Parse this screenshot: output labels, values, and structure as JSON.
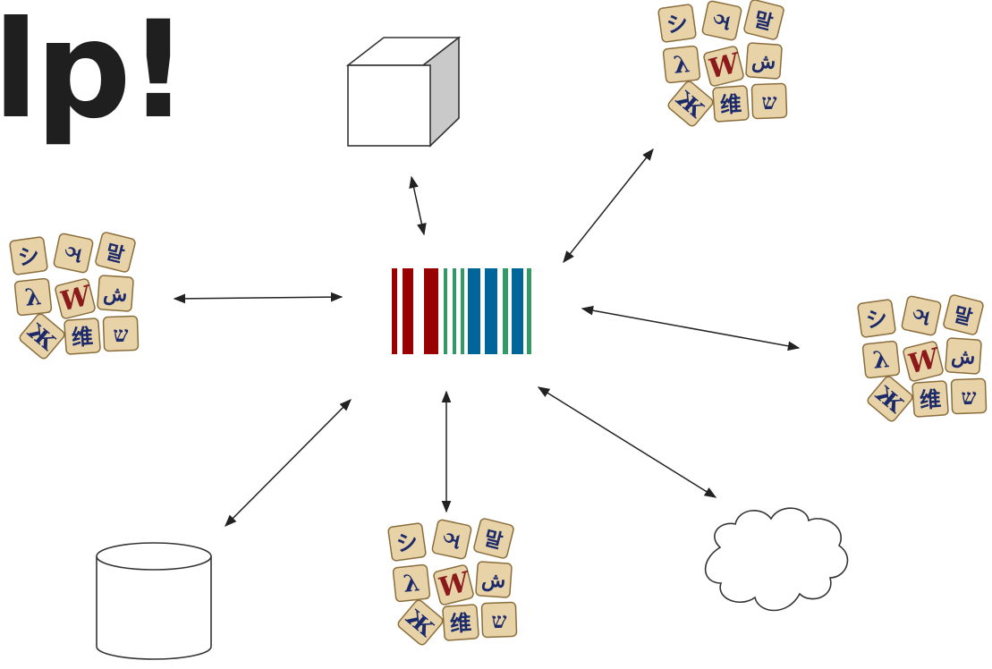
{
  "slide": {
    "title_fragment": "lp!"
  },
  "diagram": {
    "hub": {
      "name": "wikidata-barcode-logo",
      "colors": [
        "#990000",
        "#990000",
        "#990000",
        "#339966",
        "#006699",
        "#339966",
        "#006699",
        "#006699",
        "#339966"
      ]
    },
    "wiki_logo": {
      "glyphs": [
        "シ",
        "ઞ",
        "말",
        "λ",
        "W",
        "ش",
        "Ж",
        "维",
        "ש"
      ],
      "tile_color": "#e8d3a9",
      "glyph_color": "#1c2a6a",
      "accent_color": "#8b1a1a"
    },
    "nodes": [
      {
        "id": "cube",
        "type": "cube-icon"
      },
      {
        "id": "wiki-top-right",
        "type": "wikipedia-logo"
      },
      {
        "id": "wiki-left",
        "type": "wikipedia-logo"
      },
      {
        "id": "wiki-right",
        "type": "wikipedia-logo"
      },
      {
        "id": "database",
        "type": "database-cylinder-icon"
      },
      {
        "id": "wiki-bottom",
        "type": "wikipedia-logo"
      },
      {
        "id": "cloud",
        "type": "cloud-icon"
      }
    ],
    "connections": [
      {
        "from": "hub",
        "to": "cube",
        "type": "bidirectional"
      },
      {
        "from": "hub",
        "to": "wiki-top-right",
        "type": "bidirectional"
      },
      {
        "from": "hub",
        "to": "wiki-left",
        "type": "bidirectional"
      },
      {
        "from": "hub",
        "to": "wiki-right",
        "type": "bidirectional"
      },
      {
        "from": "hub",
        "to": "database",
        "type": "bidirectional"
      },
      {
        "from": "hub",
        "to": "wiki-bottom",
        "type": "bidirectional"
      },
      {
        "from": "hub",
        "to": "cloud",
        "type": "bidirectional"
      }
    ]
  }
}
